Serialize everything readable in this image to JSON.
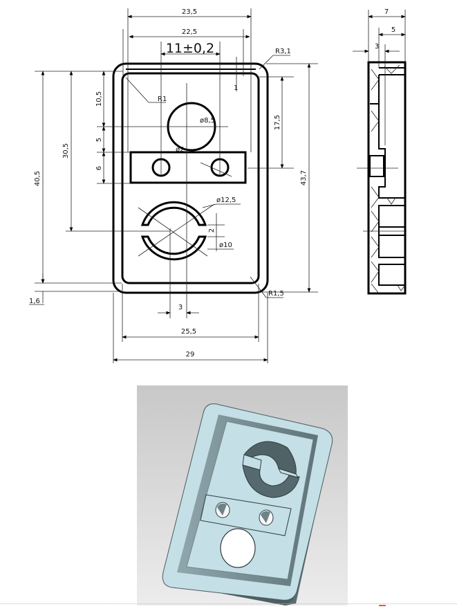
{
  "front_view": {
    "dims": {
      "overall_width": "23,5",
      "inner_width": "22,5",
      "hole_spacing": "11±0,2",
      "corner_radius_outer": "R3,1",
      "wall_step": "1",
      "inner_corner_radius": "R1",
      "top_to_hole": "10,5",
      "hole_to_bar": "5",
      "bar_height": "6",
      "total_height_left": "40,5",
      "height_to_split": "30,5",
      "height_right": "17,5",
      "overall_height": "43,7",
      "big_hole_dia": "ø8,5",
      "small_hole_dia": "ø2",
      "split_ring_outer_dia": "ø12,5",
      "split_ring_inner_dia": "ø10",
      "split_gap": "2",
      "bottom_corner_radius": "R1,5",
      "base_offset": "1,6",
      "center_offset": "3",
      "inner_length": "25,5",
      "overall_length": "29"
    }
  },
  "side_view": {
    "dims": {
      "total_depth": "7",
      "inner_depth": "5",
      "floor_thickness": "3"
    }
  },
  "render_3d": {
    "background_top": "#c8c8c8",
    "background_bottom": "#ececec",
    "body_color": "#c4dfe6",
    "shadow_color": "#6b7f84"
  },
  "colors": {
    "line": "#000000",
    "accent_mark": "#e06030"
  }
}
